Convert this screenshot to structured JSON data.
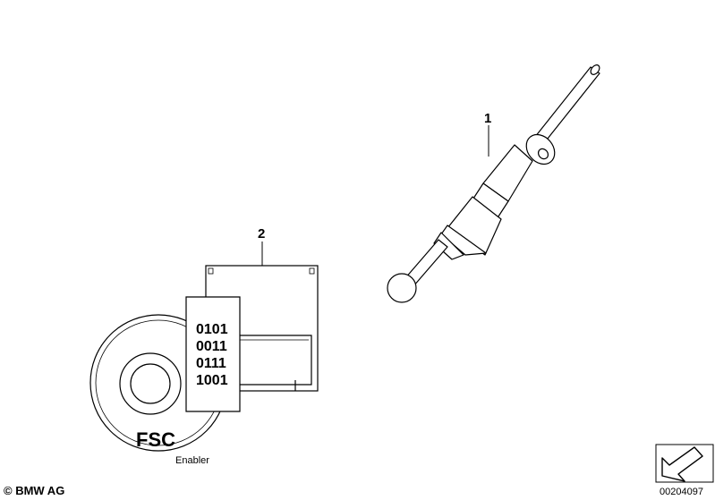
{
  "callouts": {
    "part_1": "1",
    "part_2": "2"
  },
  "media_label": {
    "brand": "FSC",
    "subtitle": "Enabler"
  },
  "binary_lines": [
    "0101",
    "0011",
    "0111",
    "1001"
  ],
  "footer": {
    "copyright": "© BMW AG",
    "figure_number": "00204097"
  },
  "icons": {
    "nav": "arrow-icon"
  },
  "colors": {
    "line": "#000000",
    "background": "#ffffff"
  }
}
